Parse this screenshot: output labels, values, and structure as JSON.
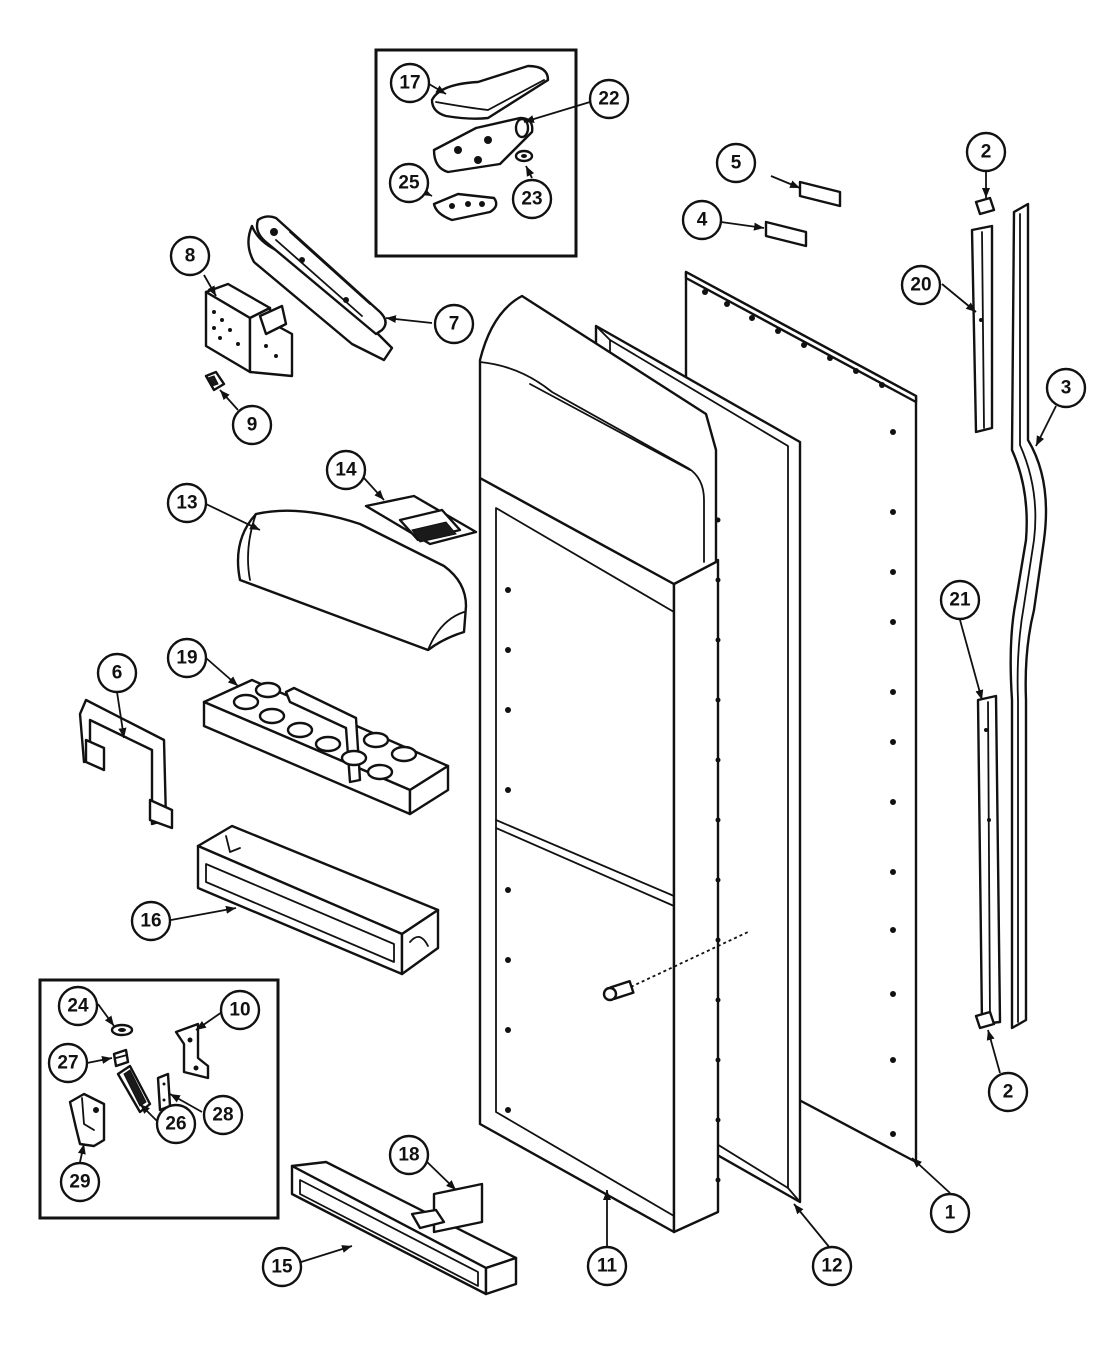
{
  "diagram": {
    "callouts": [
      {
        "id": "c1",
        "label": "1"
      },
      {
        "id": "c2a",
        "label": "2"
      },
      {
        "id": "c2b",
        "label": "2"
      },
      {
        "id": "c3",
        "label": "3"
      },
      {
        "id": "c4",
        "label": "4"
      },
      {
        "id": "c5",
        "label": "5"
      },
      {
        "id": "c6",
        "label": "6"
      },
      {
        "id": "c7",
        "label": "7"
      },
      {
        "id": "c8",
        "label": "8"
      },
      {
        "id": "c9",
        "label": "9"
      },
      {
        "id": "c10",
        "label": "10"
      },
      {
        "id": "c11",
        "label": "11"
      },
      {
        "id": "c12",
        "label": "12"
      },
      {
        "id": "c13",
        "label": "13"
      },
      {
        "id": "c14",
        "label": "14"
      },
      {
        "id": "c15",
        "label": "15"
      },
      {
        "id": "c16",
        "label": "16"
      },
      {
        "id": "c17",
        "label": "17"
      },
      {
        "id": "c18",
        "label": "18"
      },
      {
        "id": "c19",
        "label": "19"
      },
      {
        "id": "c20",
        "label": "20"
      },
      {
        "id": "c21",
        "label": "21"
      },
      {
        "id": "c22",
        "label": "22"
      },
      {
        "id": "c23",
        "label": "23"
      },
      {
        "id": "c24",
        "label": "24"
      },
      {
        "id": "c25",
        "label": "25"
      },
      {
        "id": "c26",
        "label": "26"
      },
      {
        "id": "c27",
        "label": "27"
      },
      {
        "id": "c28",
        "label": "28"
      },
      {
        "id": "c29",
        "label": "29"
      }
    ]
  }
}
